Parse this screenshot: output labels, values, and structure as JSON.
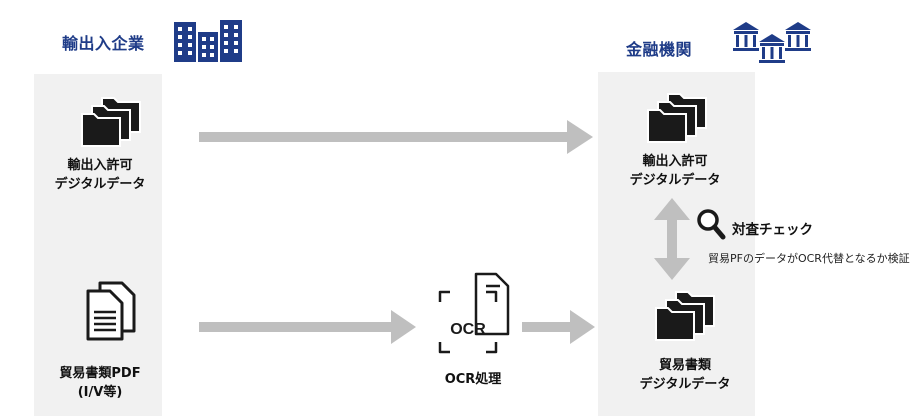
{
  "left_header": {
    "title": "輸出入企業",
    "icon": "office-buildings-icon"
  },
  "right_header": {
    "title": "金融機関",
    "icon": "bank-buildings-icon"
  },
  "left_items": {
    "license_data": {
      "icon": "folder-stack-icon",
      "line1": "輸出入許可",
      "line2": "デジタルデータ"
    },
    "trade_pdf": {
      "icon": "document-stack-icon",
      "line1": "貿易書類PDF",
      "line2": "(I/V等)"
    }
  },
  "ocr": {
    "icon": "ocr-scan-icon",
    "icon_text": "OCR",
    "label": "OCR処理"
  },
  "right_items": {
    "license_data": {
      "icon": "folder-stack-icon",
      "line1": "輸出入許可",
      "line2": "デジタルデータ"
    },
    "trade_data": {
      "icon": "folder-stack-icon",
      "line1": "貿易書類",
      "line2": "デジタルデータ"
    }
  },
  "check": {
    "icon": "magnifier-icon",
    "title": "対査チェック",
    "note": "貿易PFのデータがOCR代替となるか検証"
  },
  "colors": {
    "title_blue": "#1f3c88",
    "panel_gray": "#f1f1f1",
    "arrow_gray": "#bfbfbf",
    "icon_black": "#1a1a1a"
  }
}
